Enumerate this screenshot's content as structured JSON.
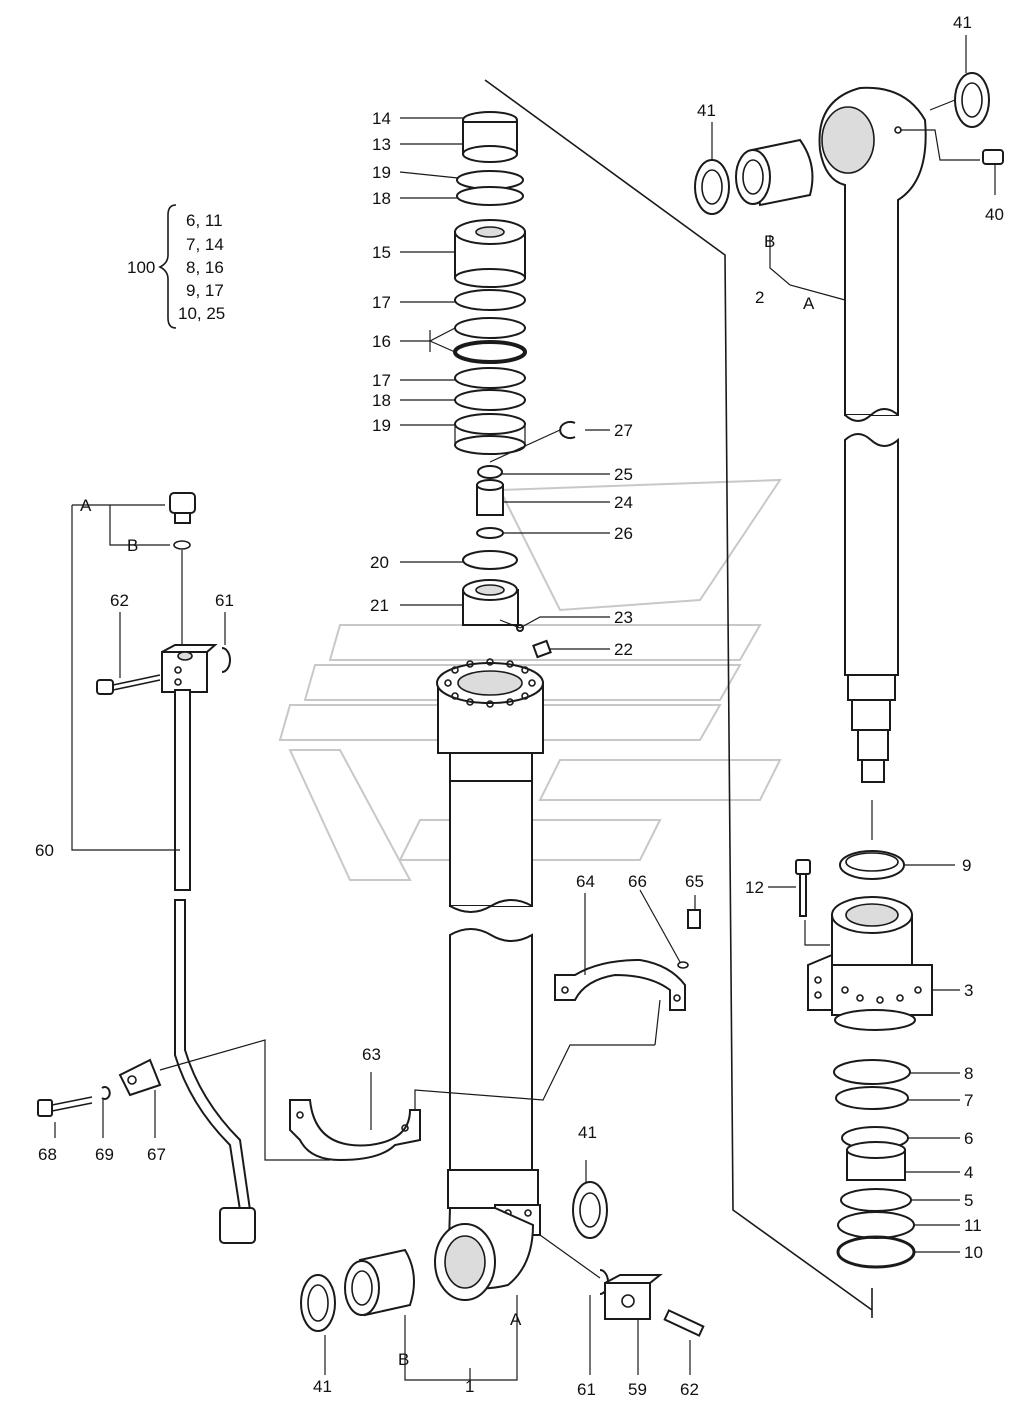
{
  "labels": {
    "n1": "1",
    "n2": "2",
    "n3": "3",
    "n4": "4",
    "n5": "5",
    "n6": "6",
    "n7": "7",
    "n8": "8",
    "n9": "9",
    "n10": "10",
    "n11": "11",
    "n12": "12",
    "n13": "13",
    "n14": "14",
    "n15": "15",
    "n16": "16",
    "n17a": "17",
    "n17b": "17",
    "n18a": "18",
    "n18b": "18",
    "n19a": "19",
    "n19b": "19",
    "n20": "20",
    "n21": "21",
    "n22": "22",
    "n23": "23",
    "n24": "24",
    "n25": "25",
    "n26": "26",
    "n27": "27",
    "n40": "40",
    "n41a": "41",
    "n41b": "41",
    "n41c": "41",
    "n41d": "41",
    "n59": "59",
    "n60": "60",
    "n61a": "61",
    "n61b": "61",
    "n62a": "62",
    "n62b": "62",
    "n63": "63",
    "n64": "64",
    "n65": "65",
    "n66": "66",
    "n67": "67",
    "n68": "68",
    "n69": "69",
    "A1": "A",
    "A2": "A",
    "A3": "A",
    "B1": "B",
    "B2": "B",
    "B3": "B"
  },
  "kit": {
    "number": "100",
    "items": [
      "6, 11",
      "7, 14",
      "8, 16",
      "9, 17",
      "10, 25"
    ]
  }
}
